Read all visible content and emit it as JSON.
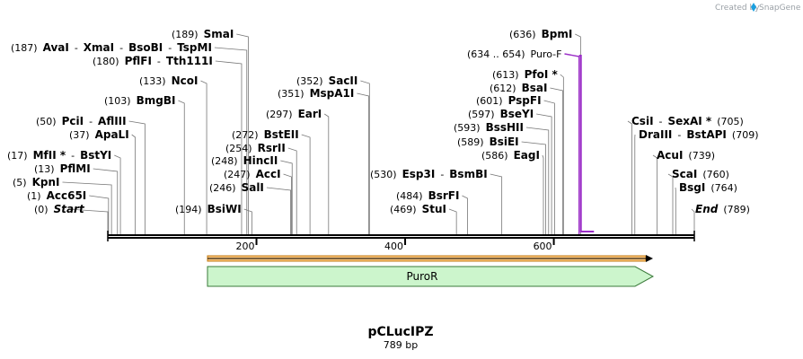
{
  "credit": {
    "prefix": "Created by",
    "brand": "SnapGene"
  },
  "map": {
    "title": "pCLucIPZ",
    "length_label": "789 bp",
    "total_bp": 789,
    "axis_ticks": [
      200,
      400,
      600
    ],
    "labels": [
      {
        "parts": [
          {
            "t": "(0)"
          },
          {
            "t": "Start",
            "b": true,
            "i": true
          }
        ],
        "bp": 0
      },
      {
        "parts": [
          {
            "t": "(1)"
          },
          {
            "t": "Acc65I",
            "b": true
          }
        ],
        "bp": 1
      },
      {
        "parts": [
          {
            "t": "(5)"
          },
          {
            "t": "KpnI",
            "b": true
          }
        ],
        "bp": 5
      },
      {
        "parts": [
          {
            "t": "(13)"
          },
          {
            "t": "PflMI",
            "b": true
          }
        ],
        "bp": 13
      },
      {
        "parts": [
          {
            "t": "(17)"
          },
          {
            "t": "MfII *",
            "b": true
          },
          {
            "t": "-"
          },
          {
            "t": "BstYI",
            "b": true
          }
        ],
        "bp": 17
      },
      {
        "parts": [
          {
            "t": "(37)"
          },
          {
            "t": "ApaLI",
            "b": true
          }
        ],
        "bp": 37
      },
      {
        "parts": [
          {
            "t": "(50)"
          },
          {
            "t": "PciI",
            "b": true
          },
          {
            "t": "-"
          },
          {
            "t": "AflIII",
            "b": true
          }
        ],
        "bp": 50
      },
      {
        "parts": [
          {
            "t": "(103)"
          },
          {
            "t": "BmgBI",
            "b": true
          }
        ],
        "bp": 103
      },
      {
        "parts": [
          {
            "t": "(133)"
          },
          {
            "t": "NcoI",
            "b": true
          }
        ],
        "bp": 133
      },
      {
        "parts": [
          {
            "t": "(180)"
          },
          {
            "t": "PflFI",
            "b": true
          },
          {
            "t": "-"
          },
          {
            "t": "Tth111I",
            "b": true
          }
        ],
        "bp": 180
      },
      {
        "parts": [
          {
            "t": "(187)"
          },
          {
            "t": "AvaI",
            "b": true
          },
          {
            "t": "-"
          },
          {
            "t": "XmaI",
            "b": true
          },
          {
            "t": "-"
          },
          {
            "t": "BsoBI",
            "b": true
          },
          {
            "t": "-"
          },
          {
            "t": "TspMI",
            "b": true
          }
        ],
        "bp": 187
      },
      {
        "parts": [
          {
            "t": "(189)"
          },
          {
            "t": "SmaI",
            "b": true
          }
        ],
        "bp": 189
      },
      {
        "parts": [
          {
            "t": "(194)"
          },
          {
            "t": "BsiWI",
            "b": true
          }
        ],
        "bp": 194
      },
      {
        "parts": [
          {
            "t": "(246)"
          },
          {
            "t": "SalI",
            "b": true
          }
        ],
        "bp": 246
      },
      {
        "parts": [
          {
            "t": "(247)"
          },
          {
            "t": "AccI",
            "b": true
          }
        ],
        "bp": 247
      },
      {
        "parts": [
          {
            "t": "(248)"
          },
          {
            "t": "HincII",
            "b": true
          }
        ],
        "bp": 248
      },
      {
        "parts": [
          {
            "t": "(254)"
          },
          {
            "t": "RsrII",
            "b": true
          }
        ],
        "bp": 254
      },
      {
        "parts": [
          {
            "t": "(272)"
          },
          {
            "t": "BstEII",
            "b": true
          }
        ],
        "bp": 272
      },
      {
        "parts": [
          {
            "t": "(297)"
          },
          {
            "t": "EarI",
            "b": true
          }
        ],
        "bp": 297
      },
      {
        "parts": [
          {
            "t": "(351)"
          },
          {
            "t": "MspA1I",
            "b": true
          }
        ],
        "bp": 351
      },
      {
        "parts": [
          {
            "t": "(352)"
          },
          {
            "t": "SacII",
            "b": true
          }
        ],
        "bp": 352
      },
      {
        "parts": [
          {
            "t": "(469)"
          },
          {
            "t": "StuI",
            "b": true
          }
        ],
        "bp": 469
      },
      {
        "parts": [
          {
            "t": "(484)"
          },
          {
            "t": "BsrFI",
            "b": true
          }
        ],
        "bp": 484
      },
      {
        "parts": [
          {
            "t": "(530)"
          },
          {
            "t": "Esp3I",
            "b": true
          },
          {
            "t": "-"
          },
          {
            "t": "BsmBI",
            "b": true
          }
        ],
        "bp": 530
      },
      {
        "parts": [
          {
            "t": "(586)"
          },
          {
            "t": "EagI",
            "b": true
          }
        ],
        "bp": 586
      },
      {
        "parts": [
          {
            "t": "(589)"
          },
          {
            "t": "BsiEI",
            "b": true
          }
        ],
        "bp": 589
      },
      {
        "parts": [
          {
            "t": "(593)"
          },
          {
            "t": "BssHII",
            "b": true
          }
        ],
        "bp": 593
      },
      {
        "parts": [
          {
            "t": "(597)"
          },
          {
            "t": "BseYI",
            "b": true
          }
        ],
        "bp": 597
      },
      {
        "parts": [
          {
            "t": "(601)"
          },
          {
            "t": "PspFI",
            "b": true
          }
        ],
        "bp": 601
      },
      {
        "parts": [
          {
            "t": "(612)"
          },
          {
            "t": "BsaI",
            "b": true
          }
        ],
        "bp": 612
      },
      {
        "parts": [
          {
            "t": "(613)"
          },
          {
            "t": "PfoI *",
            "b": true
          }
        ],
        "bp": 613
      },
      {
        "parts": [
          {
            "t": "(634 .. 654)",
            "c": "primer"
          },
          {
            "t": "Puro-F",
            "c": "primer"
          }
        ],
        "bp": 634
      },
      {
        "parts": [
          {
            "t": "(636)"
          },
          {
            "t": "BpmI",
            "b": true
          }
        ],
        "bp": 636
      },
      {
        "parts": [
          {
            "t": "CsiI",
            "b": true
          },
          {
            "t": "-"
          },
          {
            "t": "SexAI *",
            "b": true
          },
          {
            "t": "(705)"
          }
        ],
        "bp": 705
      },
      {
        "parts": [
          {
            "t": "DraIII",
            "b": true
          },
          {
            "t": "-"
          },
          {
            "t": "BstAPI",
            "b": true
          },
          {
            "t": "(709)"
          }
        ],
        "bp": 709
      },
      {
        "parts": [
          {
            "t": "AcuI",
            "b": true
          },
          {
            "t": "(739)"
          }
        ],
        "bp": 739
      },
      {
        "parts": [
          {
            "t": "ScaI",
            "b": true
          },
          {
            "t": "(760)"
          }
        ],
        "bp": 760
      },
      {
        "parts": [
          {
            "t": "BsgI",
            "b": true
          },
          {
            "t": "(764)"
          }
        ],
        "bp": 764
      },
      {
        "parts": [
          {
            "t": "End",
            "b": true,
            "i": true
          },
          {
            "t": "(789)"
          }
        ],
        "bp": 789
      }
    ],
    "primer": {
      "name": "Puro-F",
      "start": 634,
      "end": 654,
      "color": "#9b2ec7"
    },
    "features": [
      {
        "name": "PuroR",
        "fill": "#ccf5cc",
        "stroke": "#3a7a3a"
      }
    ],
    "orf": {
      "color": "#f6a21c"
    }
  }
}
